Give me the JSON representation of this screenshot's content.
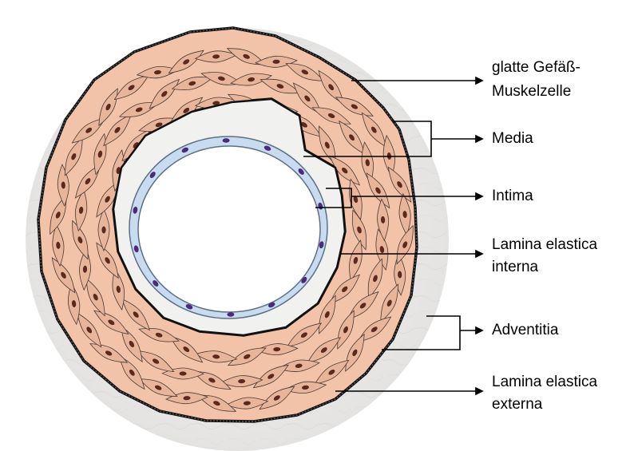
{
  "labels": {
    "muscle_cell_line1": "glatte Gefäß-",
    "muscle_cell_line2": "Muskelzelle",
    "media": "Media",
    "intima": "Intima",
    "lamina_interna_line1": "Lamina elastica",
    "lamina_interna_line2": "interna",
    "adventitia": "Adventitia",
    "lamina_externa_line1": "Lamina elastica",
    "lamina_externa_line2": "externa"
  },
  "colors": {
    "adventitia_fill": "#ecebea",
    "media_fill": "#f2c3a8",
    "muscle_cell_fill": "#e8b49a",
    "nucleus": "#5a2a1e",
    "endothelium": "#c9dcef",
    "endothelial_nucleus": "#4b2a7a",
    "line": "#000000"
  }
}
